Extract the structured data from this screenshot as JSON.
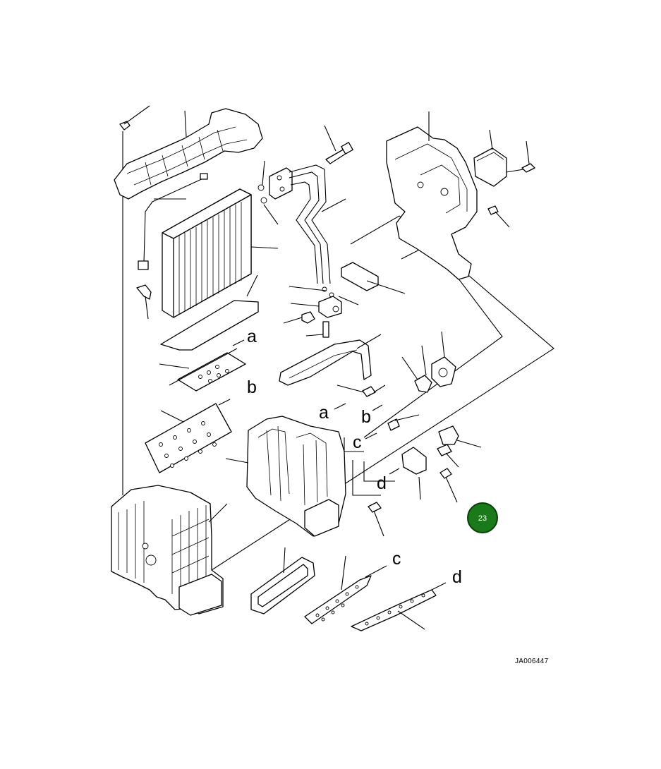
{
  "diagram": {
    "ref_letters": [
      "a",
      "b",
      "a",
      "b",
      "c",
      "d",
      "c",
      "d"
    ],
    "document_id": "JA006447",
    "page_badge": {
      "label": "23",
      "color": "#1a7a1a"
    }
  }
}
